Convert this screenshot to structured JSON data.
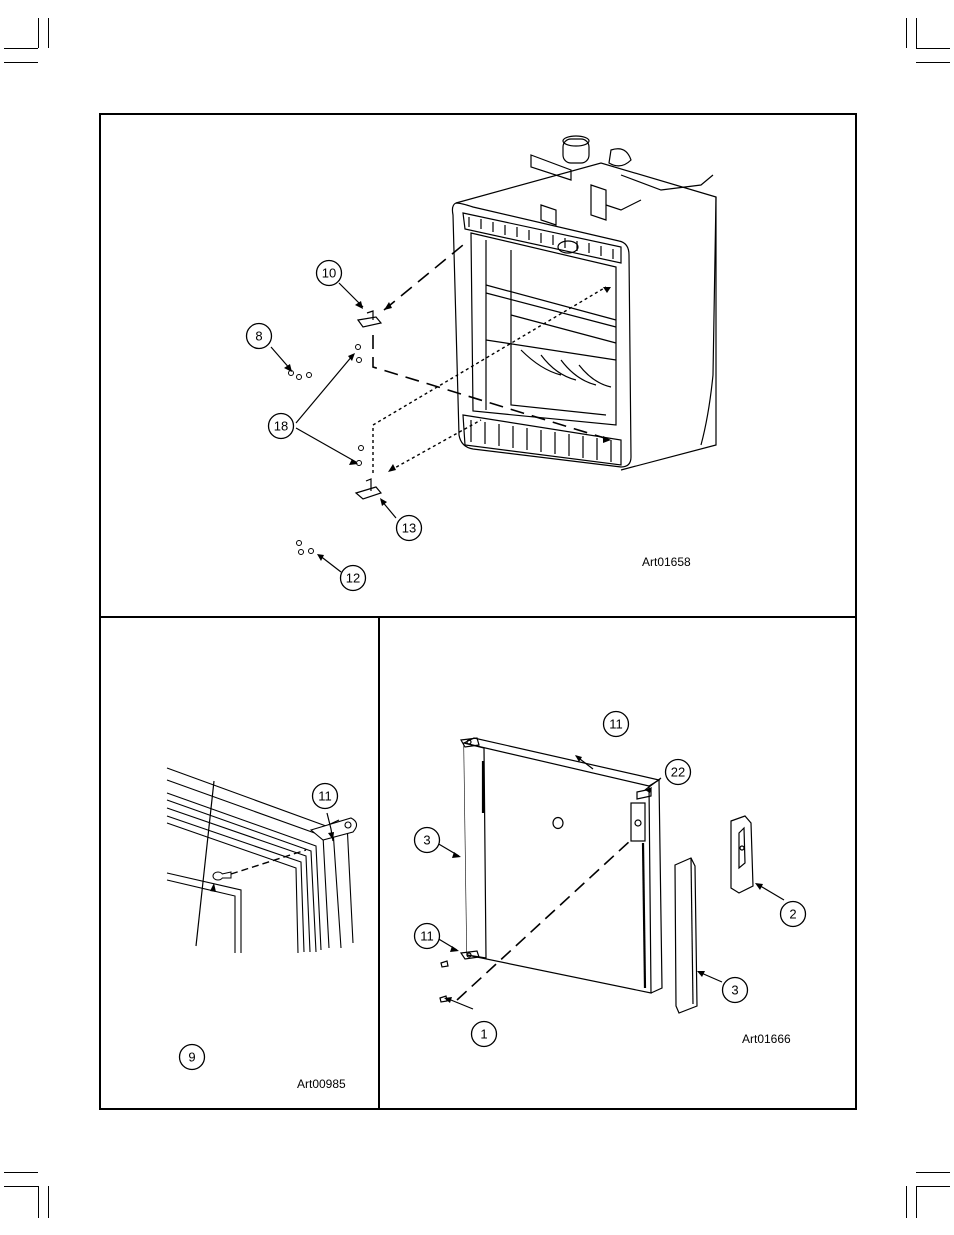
{
  "panels": {
    "top": {
      "art_ref": "Art01658",
      "callouts": [
        "10",
        "8",
        "18",
        "13",
        "12"
      ]
    },
    "bottom_left": {
      "art_ref": "Art00985",
      "callouts": [
        "11",
        "9"
      ]
    },
    "bottom_right": {
      "art_ref": "Art01666",
      "callouts": [
        "11",
        "22",
        "3",
        "11",
        "2",
        "3",
        "1"
      ]
    }
  },
  "colors": {
    "line": "#000000",
    "background": "#ffffff",
    "shade": "#d9d9d9"
  }
}
